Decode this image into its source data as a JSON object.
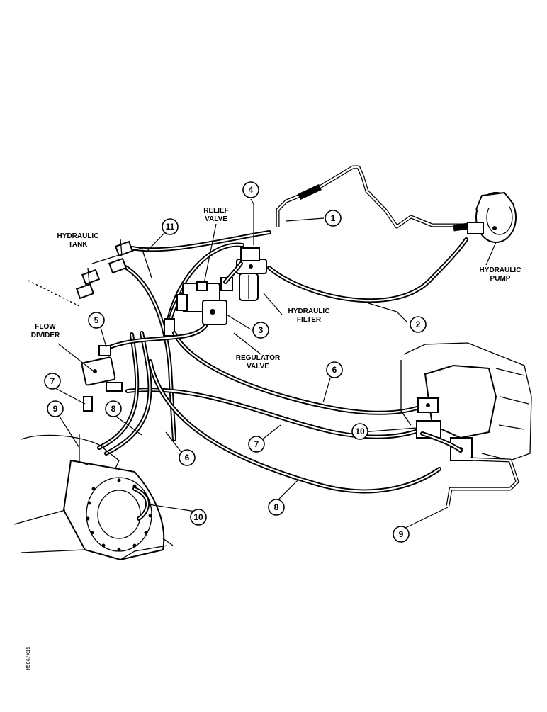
{
  "labels": {
    "hydraulic_tank": [
      "HYDRAULIC",
      "TANK"
    ],
    "relief_valve": [
      "RELIEF",
      "VALVE"
    ],
    "flow_divider": [
      "FLOW",
      "DIVIDER"
    ],
    "hydraulic_pump": [
      "HYDRAULIC",
      "PUMP"
    ],
    "hydraulic_filter": [
      "HYDRAULIC",
      "FILTER"
    ],
    "regulator_valve": [
      "REGULATOR",
      "VALVE"
    ]
  },
  "callouts": {
    "c1": "1",
    "c2": "2",
    "c3": "3",
    "c4": "4",
    "c5": "5",
    "c6a": "6",
    "c6b": "6",
    "c7a": "7",
    "c7b": "7",
    "c8a": "8",
    "c8b": "8",
    "c9a": "9",
    "c9b": "9",
    "c10a": "10",
    "c10b": "10",
    "c11": "11"
  },
  "figure_id": "M586/X15"
}
